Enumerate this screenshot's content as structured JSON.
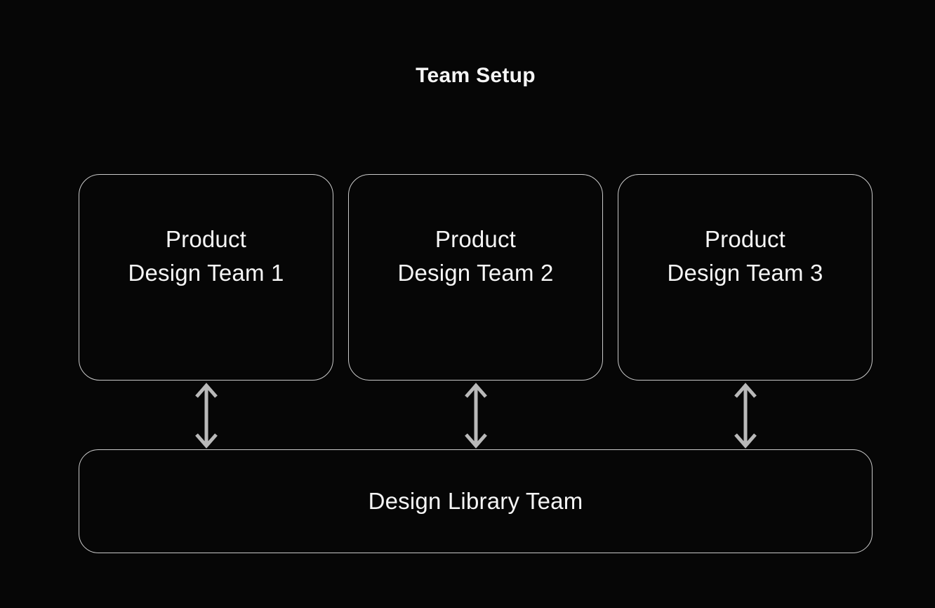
{
  "title": "Team Setup",
  "colors": {
    "background": "#060606",
    "border": "#c9c9c9",
    "text": "#f5f5f5",
    "arrow": "#b9b9b9"
  },
  "teams": [
    {
      "line1": "Product",
      "line2": "Design Team 1"
    },
    {
      "line1": "Product",
      "line2": "Design Team 2"
    },
    {
      "line1": "Product",
      "line2": "Design Team 3"
    }
  ],
  "library_team": {
    "label": "Design Library Team"
  }
}
